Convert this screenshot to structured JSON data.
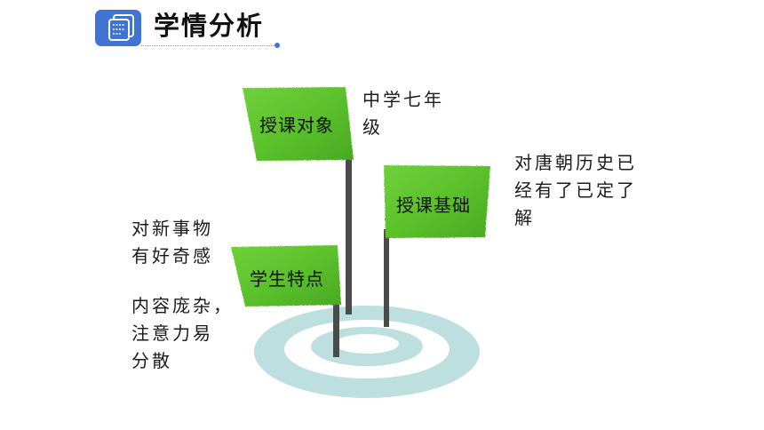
{
  "header": {
    "title": "学情分析",
    "icon": "chat-bubble-icon",
    "accent": "#3f74d4"
  },
  "flags": {
    "teaching_target": "授课对象",
    "teaching_basis": "授课基础",
    "student_traits": "学生特点",
    "color": "#5cc22e"
  },
  "notes": {
    "target_line1": "中学七年",
    "target_line2": "级",
    "basis_line1": "对唐朝历史已",
    "basis_line2": "经有了已定了",
    "basis_line3": "解",
    "traits_line1": "对新事物",
    "traits_line2": "有好奇感",
    "traits_line3": "内容庞杂，",
    "traits_line4": "注意力易",
    "traits_line5": "分散"
  }
}
